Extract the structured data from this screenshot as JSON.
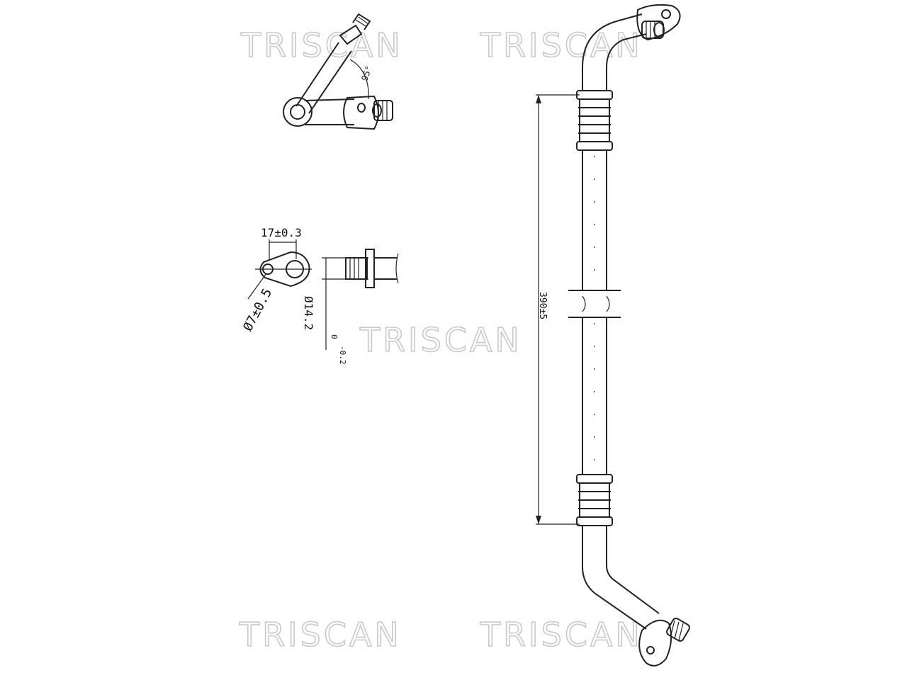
{
  "watermarks": [
    "TRISCAN",
    "TRISCAN",
    "TRISCAN",
    "TRISCAN",
    "TRISCAN"
  ],
  "dimensions": {
    "angle": "95°",
    "flange_spacing": "17±0.3",
    "hole_diameter": "Ø7±0.5",
    "tube_diameter": "Ø14.2",
    "tube_diameter_tol_upper": "0",
    "tube_diameter_tol_lower": "-0.2",
    "overall_length": "390±5"
  }
}
